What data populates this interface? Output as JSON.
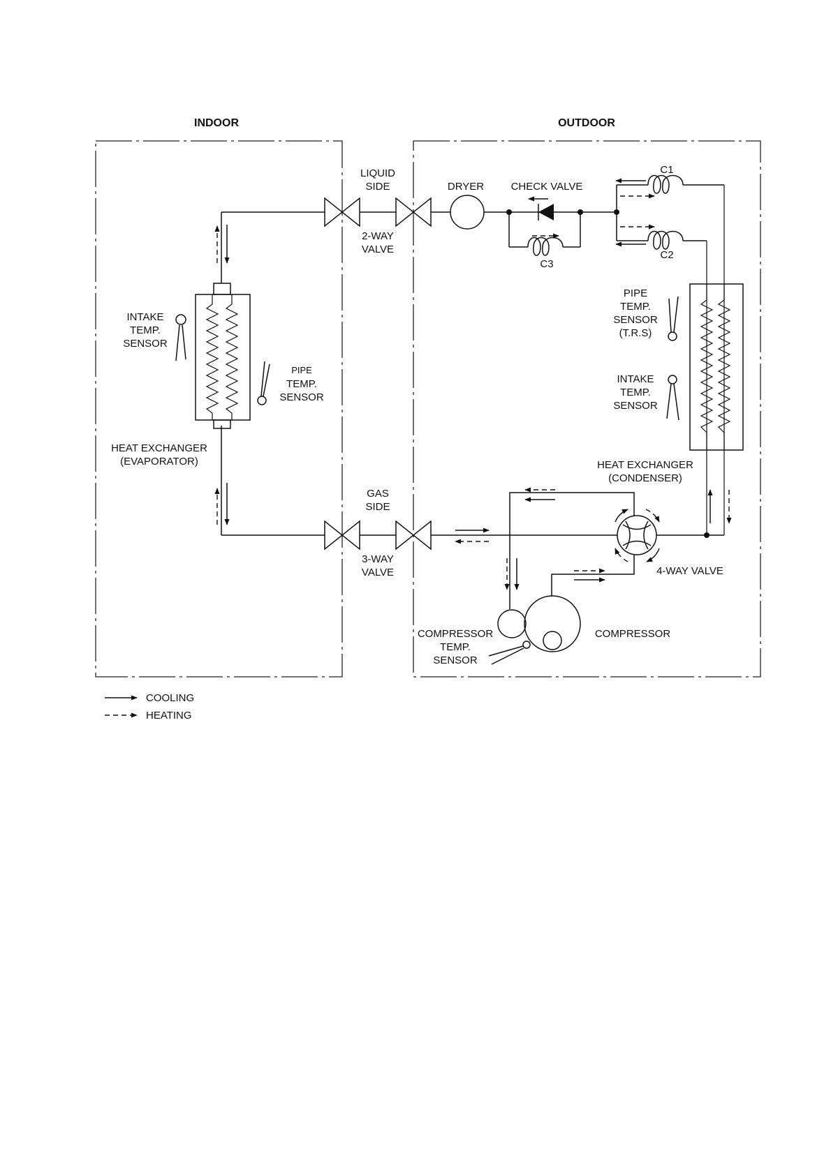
{
  "headers": {
    "indoor": "INDOOR",
    "outdoor": "OUTDOOR"
  },
  "labels": {
    "liquid_side": [
      "LIQUID",
      "SIDE"
    ],
    "two_way_valve": [
      "2-WAY",
      "VALVE"
    ],
    "gas_side": [
      "GAS",
      "SIDE"
    ],
    "three_way_valve": [
      "3-WAY",
      "VALVE"
    ],
    "dryer": "DRYER",
    "check_valve": "CHECK VALVE",
    "c1": "C1",
    "c2": "C2",
    "c3": "C3",
    "indoor_intake_sensor": [
      "INTAKE",
      "TEMP.",
      "SENSOR"
    ],
    "indoor_pipe_sensor": [
      "PIPE",
      "TEMP.",
      "SENSOR"
    ],
    "evaporator": [
      "HEAT EXCHANGER",
      "(EVAPORATOR)"
    ],
    "outdoor_pipe_sensor": [
      "PIPE",
      "TEMP.",
      "SENSOR",
      "(T.R.S)"
    ],
    "outdoor_intake_sensor": [
      "INTAKE",
      "TEMP.",
      "SENSOR"
    ],
    "condenser": [
      "HEAT EXCHANGER",
      "(CONDENSER)"
    ],
    "four_way_valve": "4-WAY VALVE",
    "compressor_sensor": [
      "COMPRESSOR",
      "TEMP.",
      "SENSOR"
    ],
    "compressor": "COMPRESSOR"
  },
  "legend": {
    "cooling": "COOLING",
    "heating": "HEATING"
  }
}
